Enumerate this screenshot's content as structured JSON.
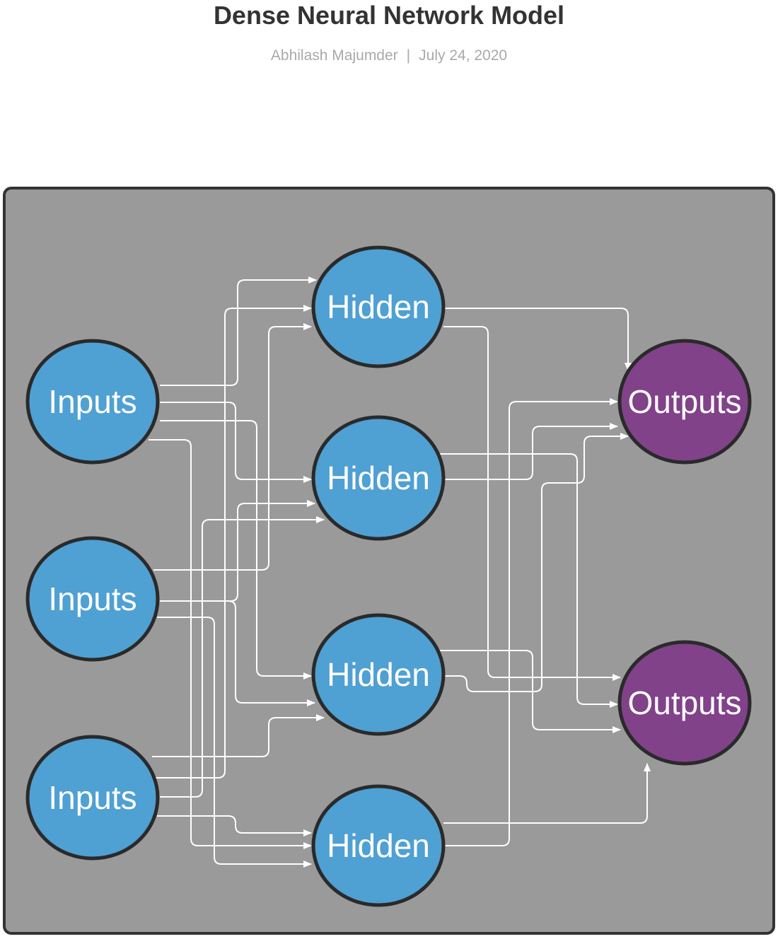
{
  "document": {
    "title": "Dense Neural Network Model",
    "author": "Abhilash Majumder",
    "separator": "|",
    "date": "July 24, 2020"
  },
  "colors": {
    "canvas": "#9a9a9a",
    "canvas_border": "#333333",
    "node_blue": "#4fa0d3",
    "node_purple": "#81428a",
    "node_border": "#2a2a2a",
    "edge": "#ffffff"
  },
  "diagram": {
    "nodes": [
      {
        "id": "in1",
        "label": "Inputs",
        "kind": "input"
      },
      {
        "id": "in2",
        "label": "Inputs",
        "kind": "input"
      },
      {
        "id": "in3",
        "label": "Inputs",
        "kind": "input"
      },
      {
        "id": "h1",
        "label": "Hidden",
        "kind": "hidden"
      },
      {
        "id": "h2",
        "label": "Hidden",
        "kind": "hidden"
      },
      {
        "id": "h3",
        "label": "Hidden",
        "kind": "hidden"
      },
      {
        "id": "h4",
        "label": "Hidden",
        "kind": "hidden"
      },
      {
        "id": "o1",
        "label": "Outputs",
        "kind": "output"
      },
      {
        "id": "o2",
        "label": "Outputs",
        "kind": "output"
      }
    ],
    "edges": [
      {
        "from": "in1",
        "to": "h1"
      },
      {
        "from": "in1",
        "to": "h2"
      },
      {
        "from": "in1",
        "to": "h3"
      },
      {
        "from": "in1",
        "to": "h4"
      },
      {
        "from": "in2",
        "to": "h1"
      },
      {
        "from": "in2",
        "to": "h2"
      },
      {
        "from": "in2",
        "to": "h3"
      },
      {
        "from": "in2",
        "to": "h4"
      },
      {
        "from": "in3",
        "to": "h1"
      },
      {
        "from": "in3",
        "to": "h2"
      },
      {
        "from": "in3",
        "to": "h3"
      },
      {
        "from": "in3",
        "to": "h4"
      },
      {
        "from": "h1",
        "to": "o1"
      },
      {
        "from": "h1",
        "to": "o2"
      },
      {
        "from": "h2",
        "to": "o1"
      },
      {
        "from": "h2",
        "to": "o2"
      },
      {
        "from": "h3",
        "to": "o1"
      },
      {
        "from": "h3",
        "to": "o2"
      },
      {
        "from": "h4",
        "to": "o1"
      },
      {
        "from": "h4",
        "to": "o2"
      }
    ]
  }
}
